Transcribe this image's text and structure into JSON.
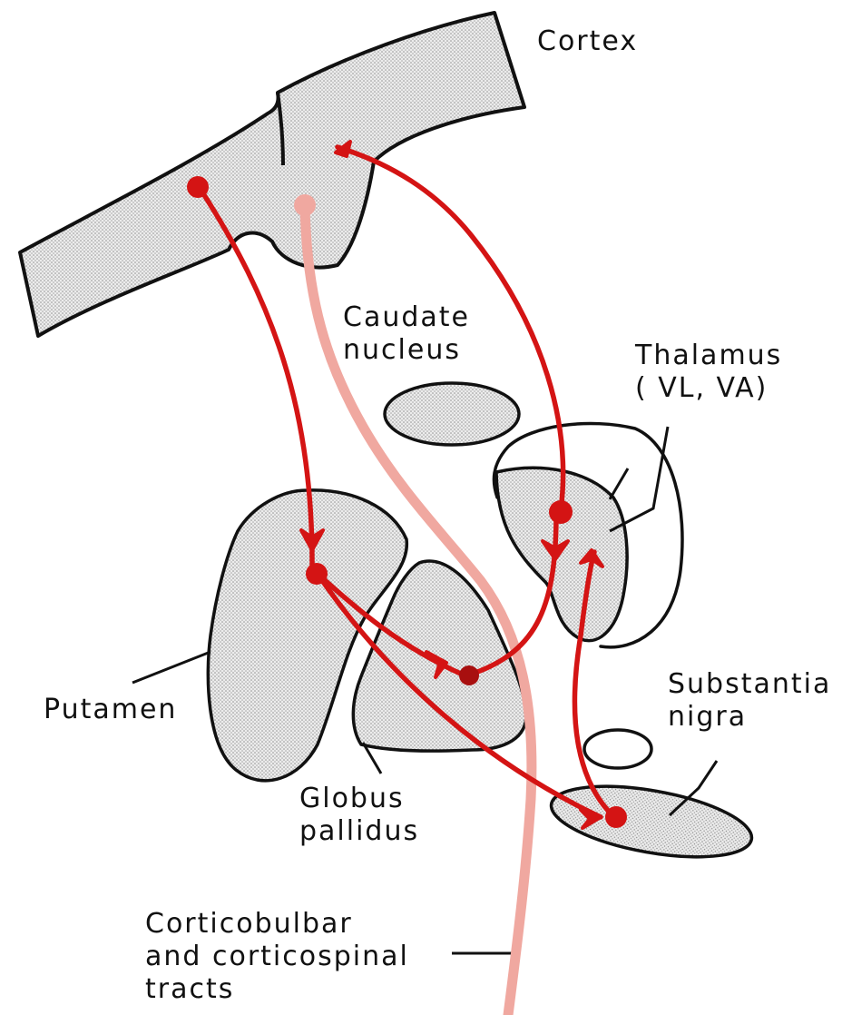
{
  "labels": {
    "cortex": "Cortex",
    "caudate_line1": "Caudate",
    "caudate_line2": "nucleus",
    "thalamus_line1": "Thalamus",
    "thalamus_line2": "( VL, VA)",
    "putamen": "Putamen",
    "globus_line1": "Globus",
    "globus_line2": "pallidus",
    "substantia_line1": "Substantia",
    "substantia_line2": "nigra",
    "tracts_line1": "Corticobulbar",
    "tracts_line2": "and corticospinal",
    "tracts_line3": "tracts"
  },
  "colors": {
    "pathway": "#d41414",
    "corticospinal_pathway": "#f0a8a0",
    "outline": "#111111",
    "stipple": "#8a8a8a",
    "dark_terminal": "#a80f0f"
  }
}
